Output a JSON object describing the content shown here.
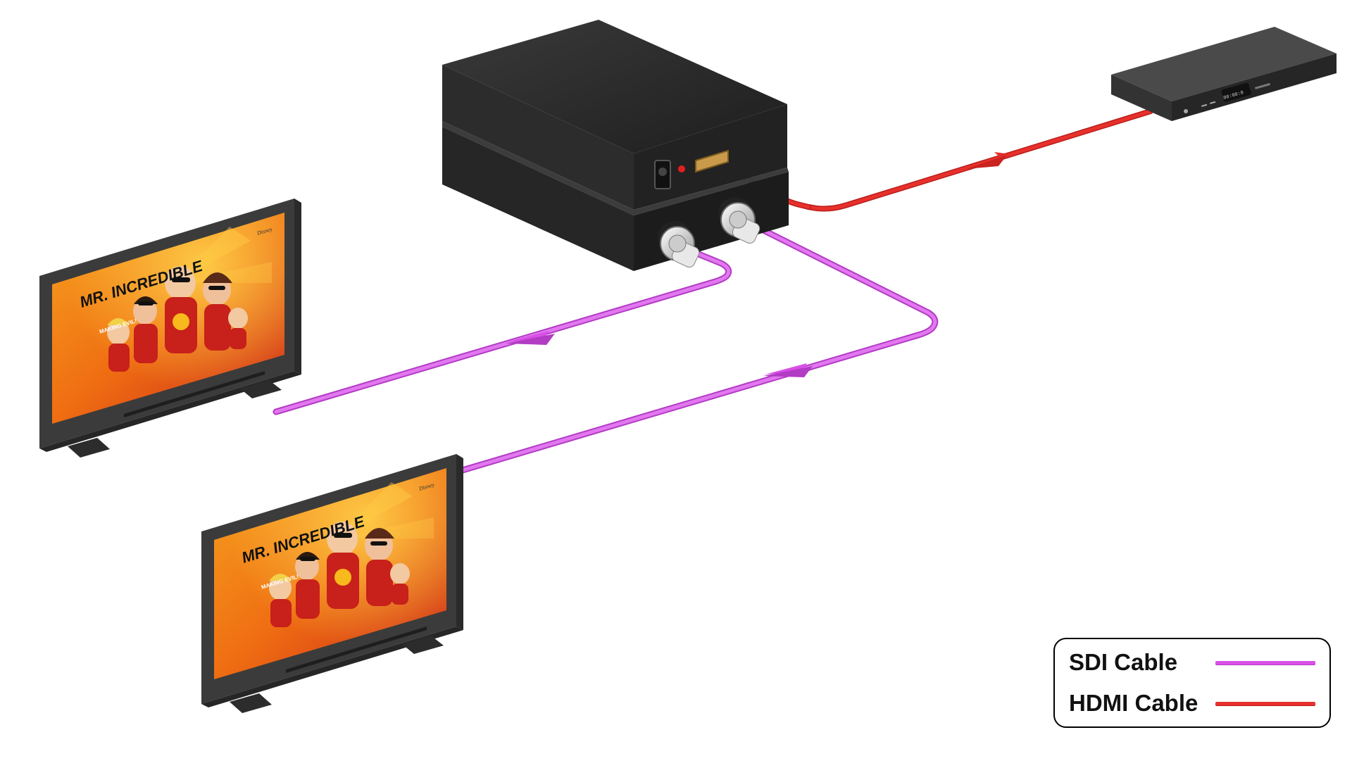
{
  "colors": {
    "sdi": "#d94fe6",
    "sdi_dark": "#b23cc4",
    "hdmi": "#e8302c",
    "hdmi_dark": "#b81f1c",
    "device": "#2d2d2d",
    "monitor_bezel": "#3a3a3a",
    "screen_orange": "#f28a1a",
    "screen_red": "#d8321c"
  },
  "icons": {
    "converter": "sdi-splitter-box-icon",
    "source": "hdmi-media-player-icon",
    "monitor": "display-monitor-icon"
  },
  "screen": {
    "title": "MR. INCREDIBLE",
    "badge": "MAKING EVIL!",
    "corner_mark": "Disney"
  },
  "player": {
    "display": "00:00:0"
  },
  "legend": {
    "items": [
      {
        "label": "SDI Cable",
        "color": "#d94fe6"
      },
      {
        "label": "HDMI Cable",
        "color": "#e8302c"
      }
    ]
  }
}
